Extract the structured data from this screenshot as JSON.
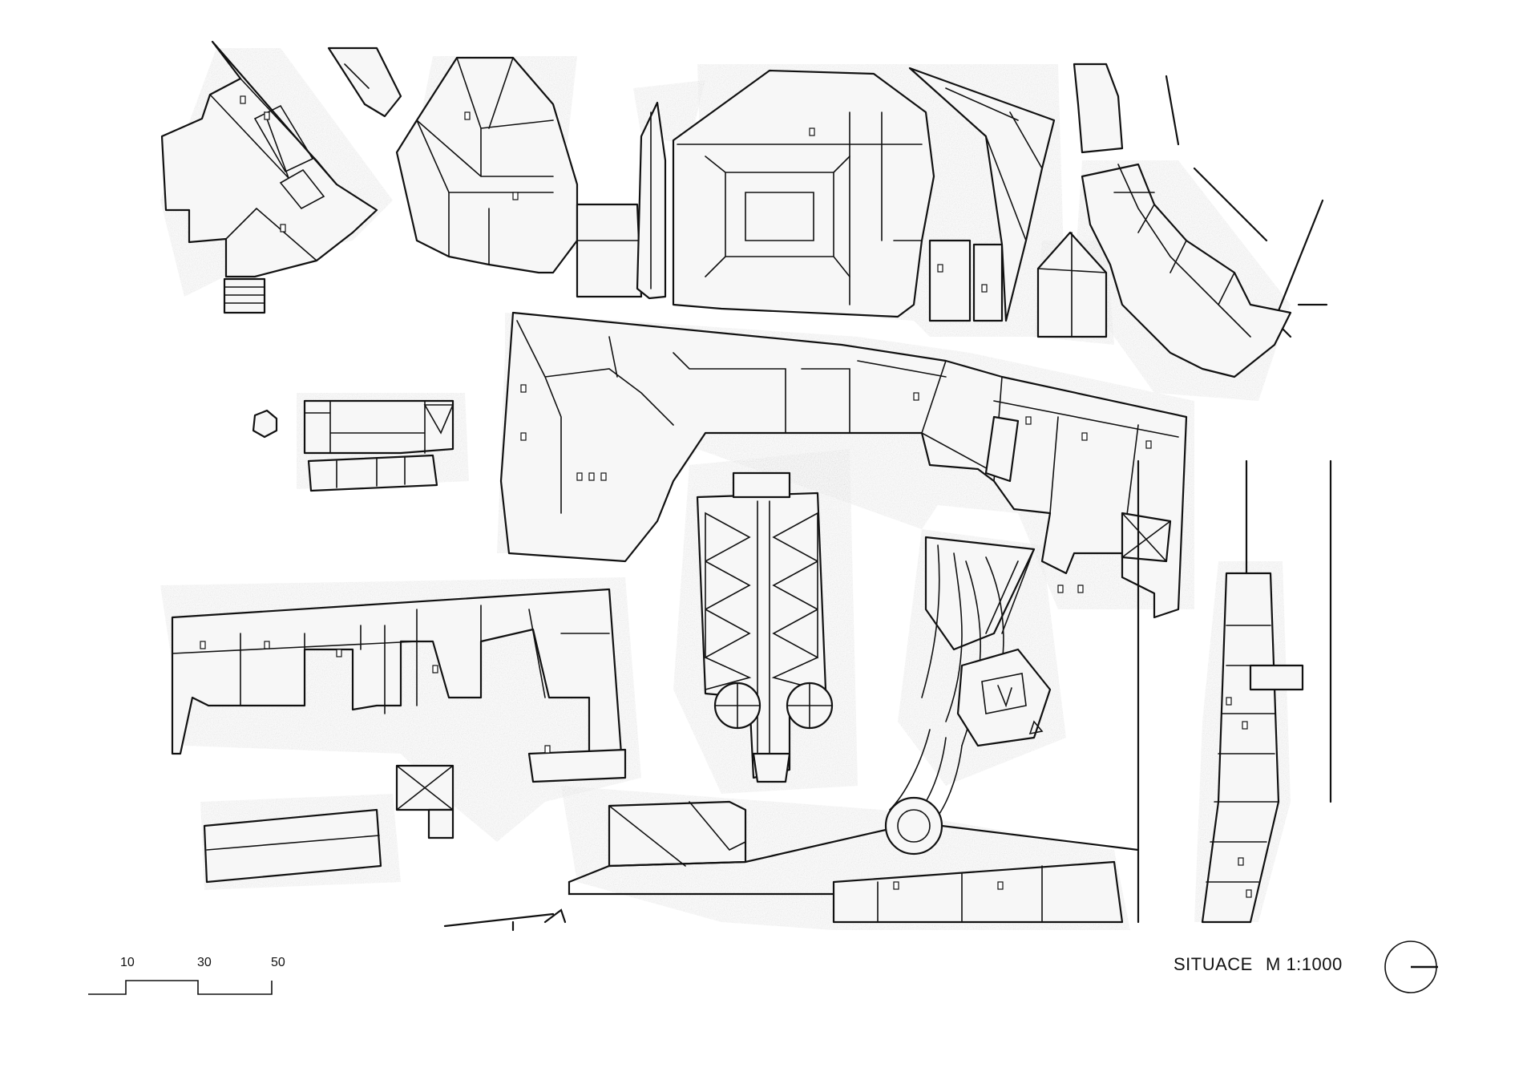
{
  "title": "SITUACE",
  "scale": "M 1:1000",
  "scale_bar": {
    "ticks": [
      "10",
      "30",
      "50"
    ]
  },
  "north_arrow": {
    "icon": "north-arrow-icon"
  },
  "colors": {
    "ink": "#111111",
    "paper": "#ffffff",
    "hatch": "#8a8a8a"
  }
}
